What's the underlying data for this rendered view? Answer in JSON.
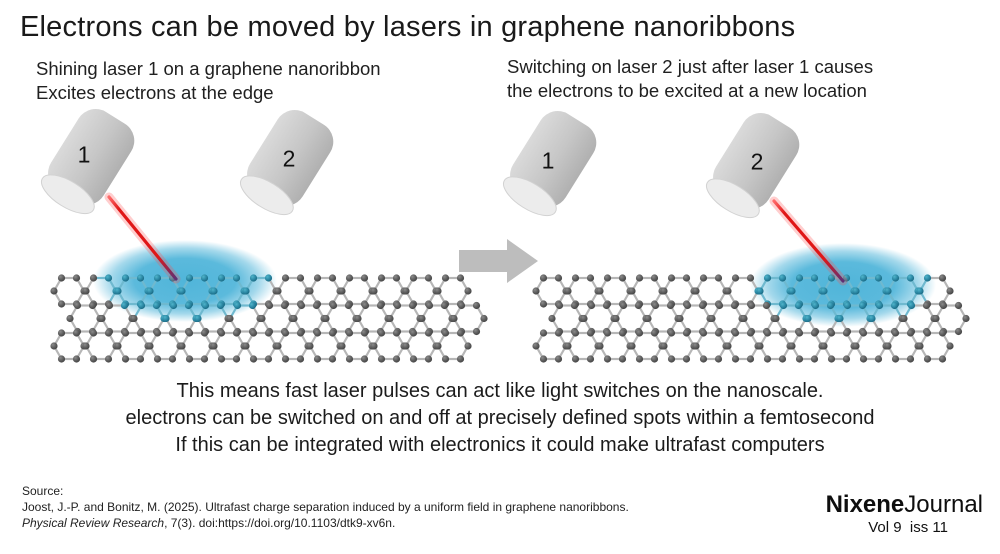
{
  "title": "Electrons can be moved by lasers in graphene nanoribbons",
  "panels": {
    "left": {
      "caption": "Shining laser 1 on a graphene nanoribbon\nExcites electrons at the edge",
      "laser1_label": "1",
      "laser2_label": "2",
      "active_laser": "1"
    },
    "right": {
      "caption": "Switching on laser 2 just after laser 1 causes\nthe electrons to be excited at a new location",
      "laser1_label": "1",
      "laser2_label": "2",
      "active_laser": "2"
    }
  },
  "conclusion": "This means fast laser pulses can act like light switches on the nanoscale.\nelectrons can be switched on and off at precisely defined spots within a femtosecond\nIf this can be integrated with electronics it could make ultrafast computers",
  "source": {
    "label": "Source:",
    "citation": "Joost, J.-P. and Bonitz, M. (2025). Ultrafast charge separation induced by a uniform field in graphene nanoribbons.",
    "journal_italic": "Physical Review Research",
    "citation_rest": ", 7(3). doi:https://doi.org/10.1103/dtk9-xv6n."
  },
  "brand": {
    "name_bold": "Nixene",
    "name_regular": "Journal",
    "issue": "Vol 9  iss 11"
  },
  "colors": {
    "laser_red": "#e01717",
    "beam_glow_red": "rgba(255,80,80,0.28)",
    "beam_tip_purple": "#5e2f75",
    "glow_blue": "#49b2d8",
    "atom_gray_dark": "#3c3c3c",
    "atom_gray_light": "#8b8b8b",
    "atom_teal_dark": "#136079",
    "atom_teal_light": "#4fb4ca",
    "bond_gray": "#b6b6b6",
    "bond_teal": "#6fb9cf",
    "cylinder_gray": "#c6c6c6",
    "cylinder_face": "#ececec",
    "arrow_gray": "#bdbdbd"
  }
}
